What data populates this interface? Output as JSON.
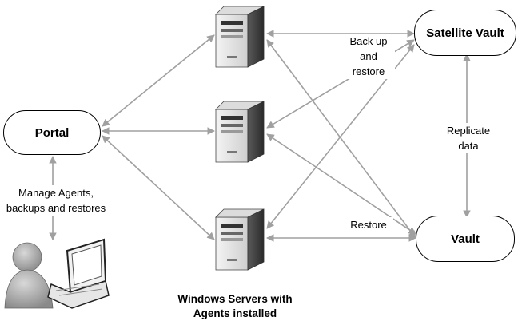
{
  "nodes": {
    "portal": "Portal",
    "satellite_vault": "Satellite Vault",
    "vault": "Vault"
  },
  "edge_labels": {
    "manage": [
      "Manage Agents,",
      "backups and restores"
    ],
    "backup": [
      "Back up",
      "and",
      "restore"
    ],
    "replicate": [
      "Replicate",
      "data"
    ],
    "restore": "Restore"
  },
  "caption": [
    "Windows Servers with",
    "Agents installed"
  ],
  "colors": {
    "arrow": "#a0a0a0",
    "node_border": "#000000"
  },
  "icons": [
    "server-icon",
    "user-icon",
    "laptop-icon"
  ]
}
